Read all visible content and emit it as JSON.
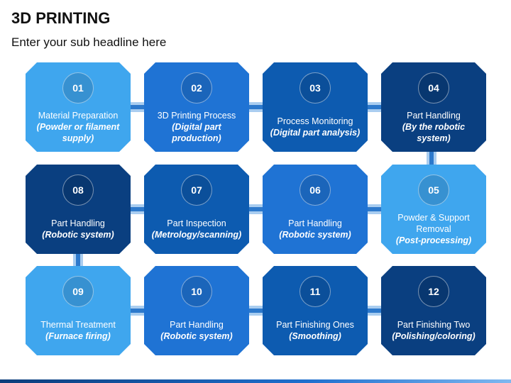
{
  "title": "3D PRINTING",
  "subtitle": "Enter your sub headline here",
  "colors": {
    "light": "#3fa6ee",
    "medium": "#1f73d4",
    "dark": "#0d5bb0",
    "darkest": "#0a3f80"
  },
  "steps": [
    {
      "number": "01",
      "label": "Material Preparation",
      "sub": "(Powder or filament supply)",
      "color": "#3fa6ee"
    },
    {
      "number": "02",
      "label": "3D Printing Process",
      "sub": "(Digital part production)",
      "color": "#1f73d4"
    },
    {
      "number": "03",
      "label": "Process Monitoring",
      "sub": "(Digital part analysis)",
      "color": "#0d5bb0"
    },
    {
      "number": "04",
      "label": "Part Handling",
      "sub": "(By the robotic system)",
      "color": "#0a3f80"
    },
    {
      "number": "05",
      "label": "Powder & Support Removal",
      "sub": "(Post-processing)",
      "color": "#3fa6ee"
    },
    {
      "number": "06",
      "label": "Part Handling",
      "sub": "(Robotic system)",
      "color": "#1f73d4"
    },
    {
      "number": "07",
      "label": "Part Inspection",
      "sub": "(Metrology/scanning)",
      "color": "#0d5bb0"
    },
    {
      "number": "08",
      "label": "Part Handling",
      "sub": "(Robotic system)",
      "color": "#0a3f80"
    },
    {
      "number": "09",
      "label": "Thermal Treatment",
      "sub": "(Furnace firing)",
      "color": "#3fa6ee"
    },
    {
      "number": "10",
      "label": "Part Handling",
      "sub": "(Robotic system)",
      "color": "#1f73d4"
    },
    {
      "number": "11",
      "label": "Part Finishing Ones",
      "sub": "(Smoothing)",
      "color": "#0d5bb0"
    },
    {
      "number": "12",
      "label": "Part Finishing Two",
      "sub": "(Polishing/coloring)",
      "color": "#0a3f80"
    }
  ]
}
